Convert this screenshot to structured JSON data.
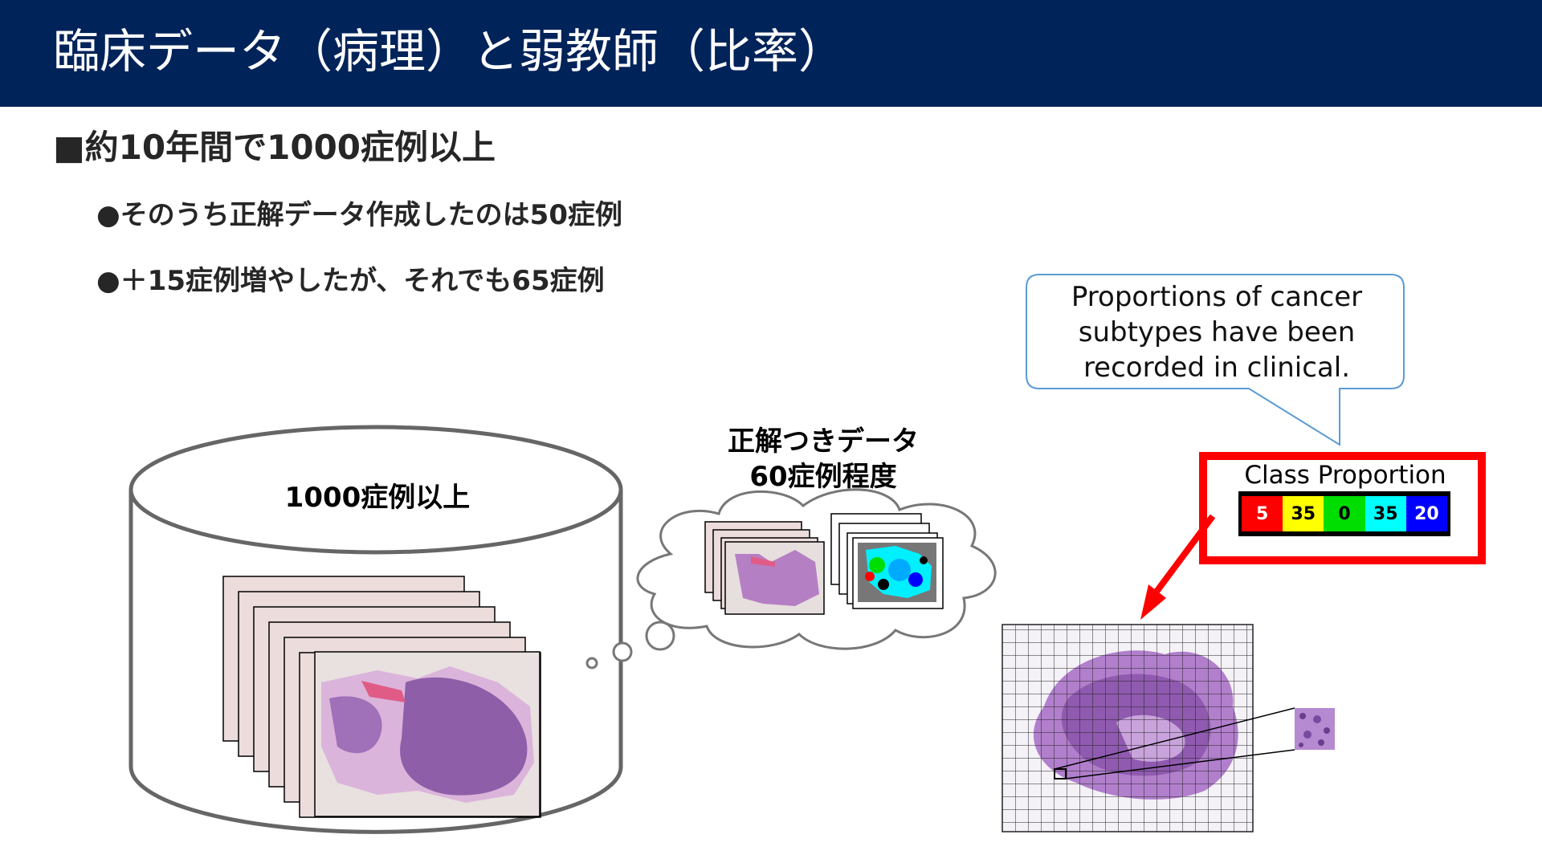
{
  "header": {
    "title": "臨床データ（病理）と弱教師（比率）"
  },
  "bullets": {
    "main": "■約10年間で1000症例以上",
    "sub": [
      "●そのうち正解データ作成したのは50症例",
      "●＋15症例増やしたが、それでも65症例"
    ]
  },
  "database": {
    "label": "1000症例以上"
  },
  "cloud": {
    "label_line1": "正解つきデータ",
    "label_line2": "60症例程度"
  },
  "callout": {
    "line1": "Proportions of cancer",
    "line2": "subtypes have been",
    "line3": "recorded in clinical."
  },
  "class_proportion": {
    "title": "Class Proportion",
    "cells": [
      {
        "value": "5",
        "bg": "#ff0000",
        "fg": "#ffffff"
      },
      {
        "value": "35",
        "bg": "#ffff00",
        "fg": "#000000"
      },
      {
        "value": "0",
        "bg": "#00dd00",
        "fg": "#000000"
      },
      {
        "value": "35",
        "bg": "#00ffff",
        "fg": "#000000"
      },
      {
        "value": "20",
        "bg": "#0000ff",
        "fg": "#ffffff"
      }
    ]
  },
  "colors": {
    "header_bg": "#002359",
    "highlight_red": "#ff0000",
    "callout_border": "#5b9bd5",
    "tissue_purple": "#9b6bc0",
    "tissue_pink": "#e78fc8"
  }
}
